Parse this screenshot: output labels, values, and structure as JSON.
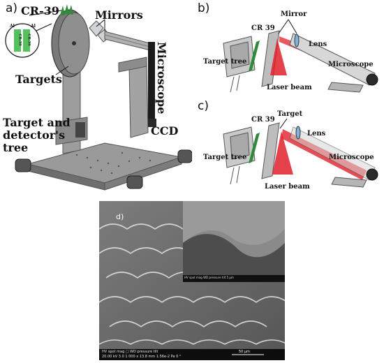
{
  "panel_a": {
    "label": "a)",
    "cr39": "CR-39",
    "mirrors": "Mirrors",
    "targets": "Targets",
    "microscope": "Microscope",
    "ccd": "CCD",
    "tree_line1": "Target and",
    "tree_line2": "detector's",
    "tree_line3": "tree",
    "inset_al_left": "Al",
    "inset_al_right": "Al",
    "inset_cr_left": "CR-39",
    "inset_cr_right": "CR-39"
  },
  "panel_b": {
    "label": "b)",
    "mirror": "Mirror",
    "cr39": "CR 39",
    "lens": "Lens",
    "target_tree": "Target tree",
    "microscope": "Microscope",
    "laser_beam": "Laser beam"
  },
  "panel_c": {
    "label": "c)",
    "target": "Target",
    "cr39": "CR 39",
    "lens": "Lens",
    "target_tree": "Target tree",
    "microscope": "Microscope",
    "laser_beam": "Laser beam"
  },
  "panel_d": {
    "label": "d)",
    "footer_row1": "HV    spot mag □    WD    pressure   tilt",
    "footer_row2": "20.00 kV  3.0  1 000 x  13.8 mm  1.56e-2 Pa  0 °",
    "scale_bar": "50 μm",
    "inset_footer": "HV  spot mag  WD  pressure  tilt      5 μm"
  },
  "colors": {
    "laser": "#e0202a",
    "cr39_green": "#2f8a3a",
    "sem_gray": "#6b6b6b",
    "mechanics_gray": "#8c8c8c"
  }
}
